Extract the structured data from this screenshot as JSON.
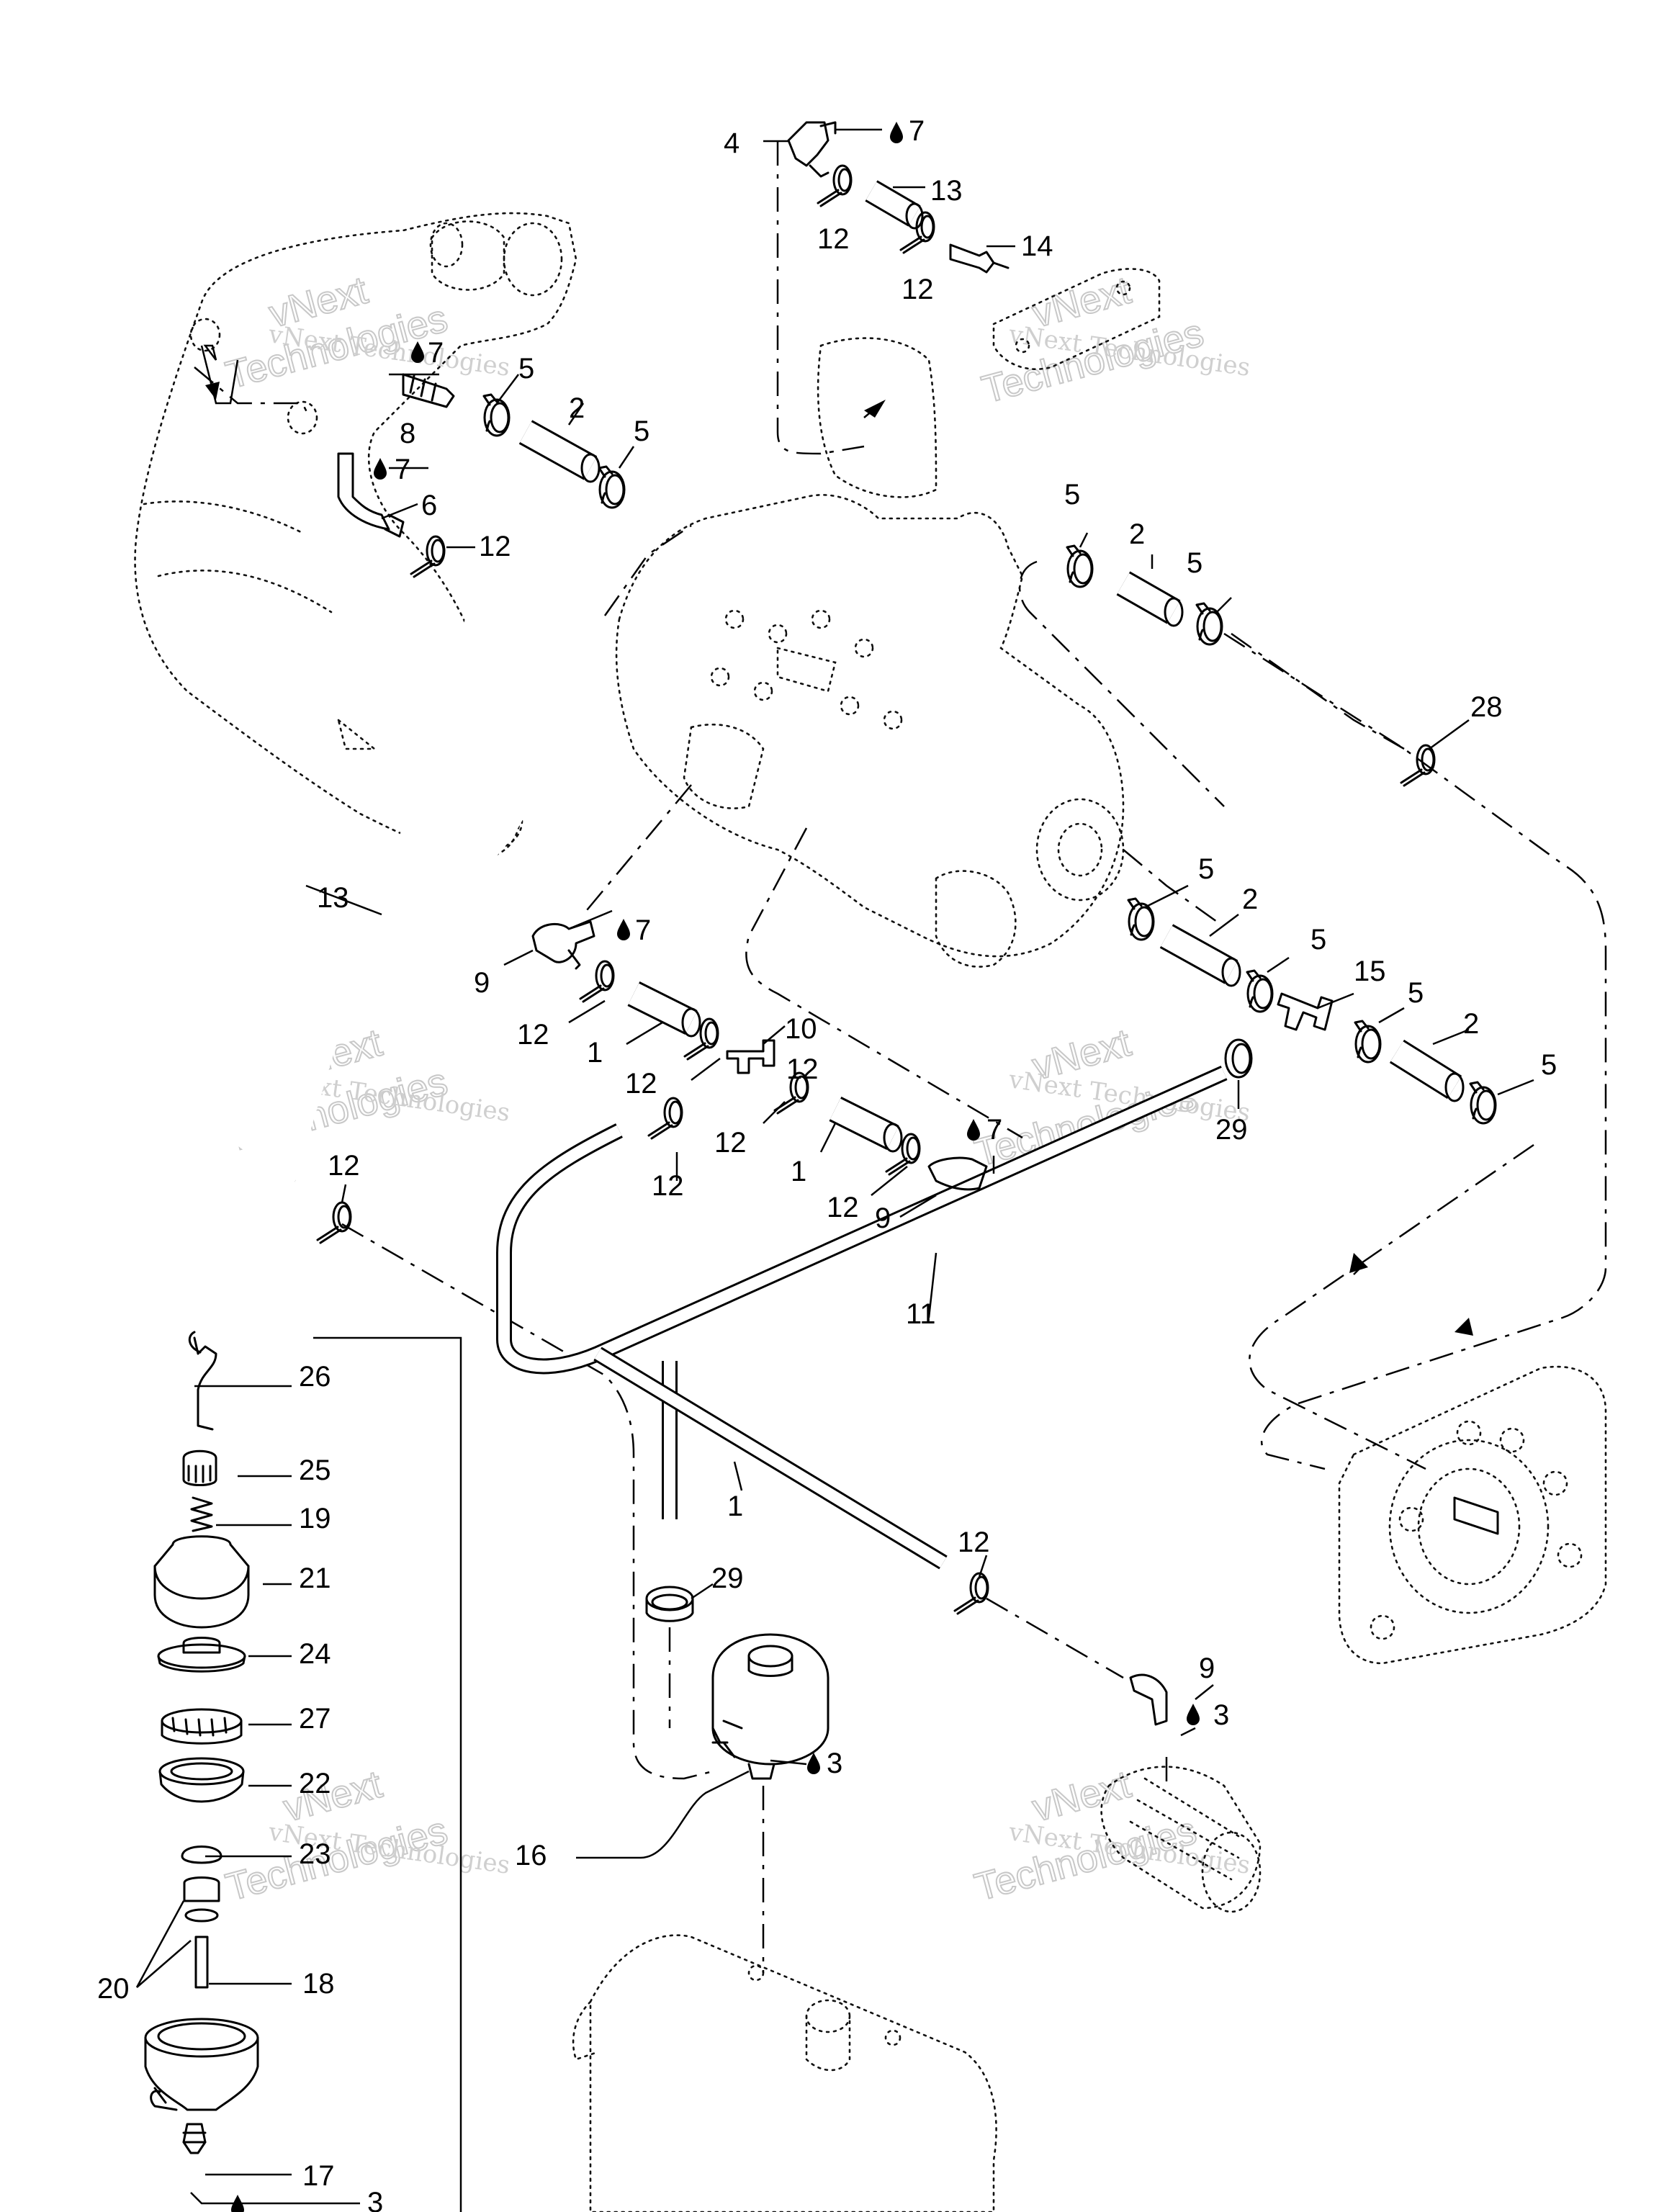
{
  "watermark": {
    "line1": "vNext",
    "line2": "Technologies",
    "small": "vNext Technologies"
  },
  "labels": {
    "p1a": "1",
    "p1b": "1",
    "p1c": "1",
    "p2a": "2",
    "p2b": "2",
    "p2c": "2",
    "p2d": "2",
    "p3a": "3",
    "p3b": "3",
    "p3c": "3",
    "p4": "4",
    "p5a": "5",
    "p5b": "5",
    "p5c": "5",
    "p5d": "5",
    "p5e": "5",
    "p5f": "5",
    "p5g": "5",
    "p5h": "5",
    "p6": "6",
    "p7a": "7",
    "p7b": "7",
    "p7c": "7",
    "p7d": "7",
    "p7e": "7",
    "p8": "8",
    "p9a": "9",
    "p9b": "9",
    "p9c": "9",
    "p10": "10",
    "p11": "11",
    "p12a": "12",
    "p12b": "12",
    "p12c": "12",
    "p12d": "12",
    "p12e": "12",
    "p12f": "12",
    "p12g": "12",
    "p12h": "12",
    "p12i": "12",
    "p12j": "12",
    "p12k": "12",
    "p13a": "13",
    "p13b": "13",
    "p14": "14",
    "p15": "15",
    "p16": "16",
    "p17": "17",
    "p18": "18",
    "p19": "19",
    "p20": "20",
    "p21": "21",
    "p22": "22",
    "p23": "23",
    "p24": "24",
    "p25": "25",
    "p26": "26",
    "p27": "27",
    "p28": "28",
    "p29a": "29",
    "p29b": "29"
  }
}
